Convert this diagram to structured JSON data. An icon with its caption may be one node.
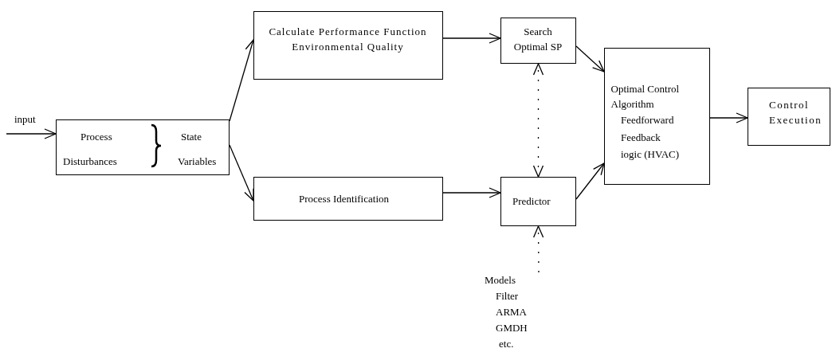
{
  "diagram": {
    "nodes": [
      {
        "text": [
          "Process",
          "Disturbances",
          "State",
          "Variables"
        ]
      },
      {
        "text": [
          "Calculate Performance Function Environmental Quality"
        ]
      },
      {
        "text": [
          "Process Identification"
        ]
      },
      {
        "text": [
          "Search Optimal SP"
        ]
      },
      {
        "text": [
          "Predictor"
        ]
      },
      {
        "text": [
          "Optimal Control Algorithm",
          "Feedforward",
          "Feedback",
          "iogic (HVAC)"
        ]
      },
      {
        "text": [
          "Control Execution"
        ]
      },
      {
        "text": [
          "Models",
          "Filter",
          "ARMA",
          "GMDH",
          "etc."
        ]
      }
    ],
    "edges": [
      {
        "from": null,
        "to": 0,
        "arrow": "to",
        "label": "input"
      },
      {
        "from": 0,
        "to": 1,
        "arrow": "to"
      },
      {
        "from": 0,
        "to": 2,
        "arrow": "to"
      },
      {
        "from": 1,
        "to": 3,
        "arrow": "to"
      },
      {
        "from": 2,
        "to": 4,
        "arrow": "to"
      },
      {
        "from": 3,
        "to": 5,
        "arrow": "to"
      },
      {
        "from": 4,
        "to": 5,
        "arrow": "to"
      },
      {
        "from": 5,
        "to": 6,
        "arrow": "to"
      },
      {
        "from": 4,
        "to": 3,
        "arrow": "both",
        "style": "dashed"
      },
      {
        "from": 7,
        "to": 4,
        "arrow": "to",
        "style": "dashed"
      }
    ]
  }
}
